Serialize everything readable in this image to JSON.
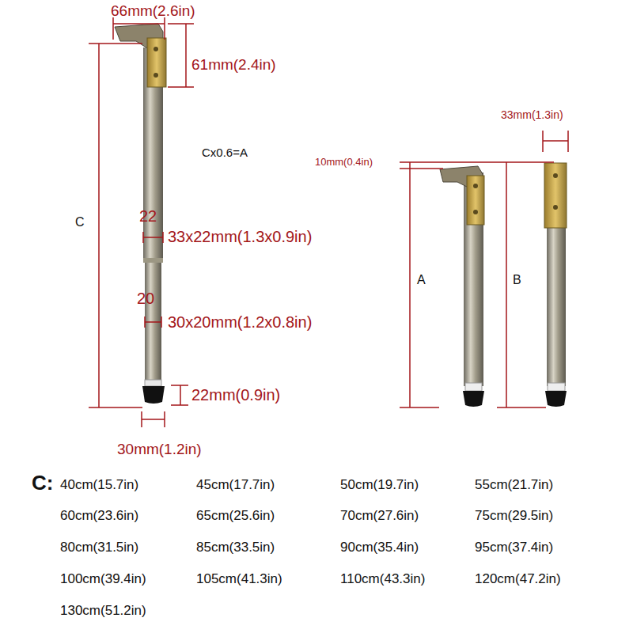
{
  "diagram": {
    "labels": [
      "66mm(2.6in)",
      "61mm(2.4in)",
      "C",
      "Cx0.6=A",
      "22",
      "33x22mm(1.3x0.9in)",
      "20",
      "30x20mm(1.2x0.8in)",
      "22mm(0.9in)",
      "30mm(1.2in)",
      "33mm(1.3in)",
      "10mm(0.4in)",
      "A",
      "B",
      "C:",
      "40cm(15.7in)",
      "45cm(17.7in)",
      "50cm(19.7in)",
      "55cm(21.7in)",
      "60cm(23.6in)",
      "65cm(25.6in)",
      "70cm(27.6in)",
      "75cm(29.5in)",
      "80cm(31.5in)",
      "85cm(33.5in)",
      "90cm(35.4in)",
      "95cm(37.4in)",
      "100cm(39.4in)",
      "105cm(41.3in)",
      "110cm(43.3in)",
      "120cm(47.2in)",
      "130cm(51.2in)"
    ]
  }
}
